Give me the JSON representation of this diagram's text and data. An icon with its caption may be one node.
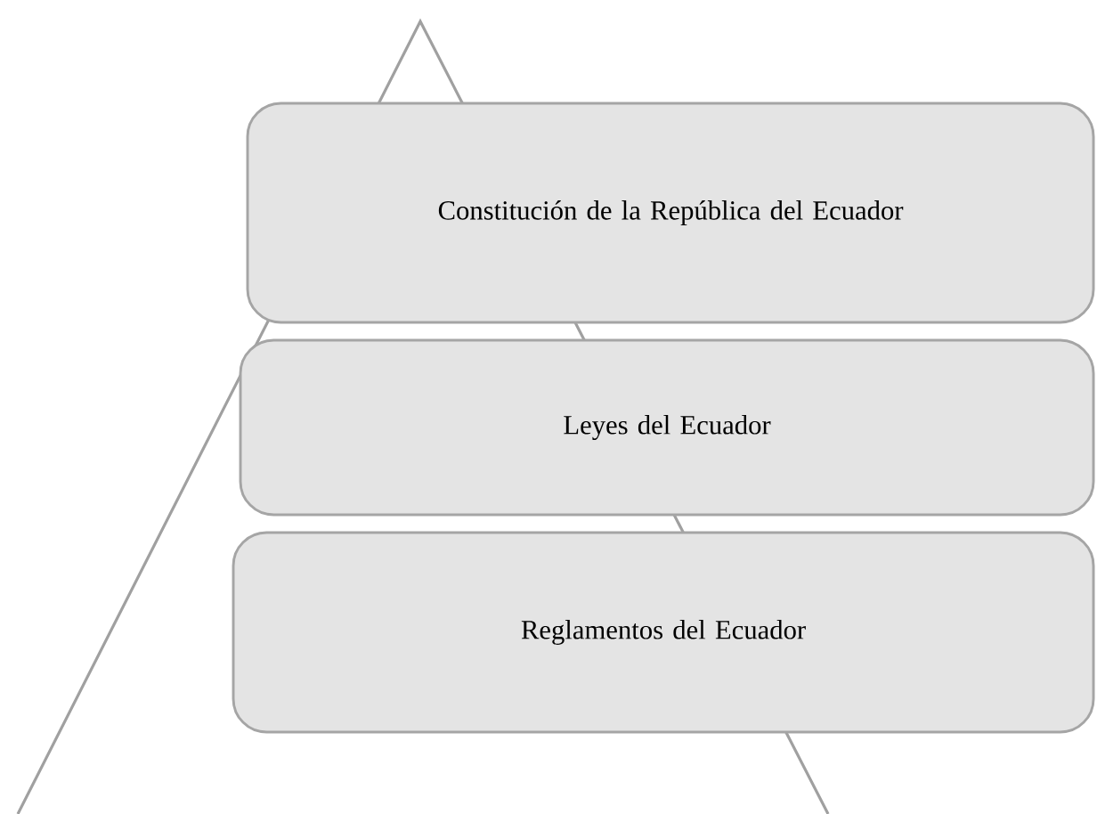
{
  "diagram": {
    "nodes": [
      {
        "text": [
          "Constitución de la República del Ecuador"
        ]
      },
      {
        "text": [
          "Leyes del Ecuador"
        ]
      },
      {
        "text": [
          "Reglamentos del Ecuador"
        ]
      }
    ]
  }
}
